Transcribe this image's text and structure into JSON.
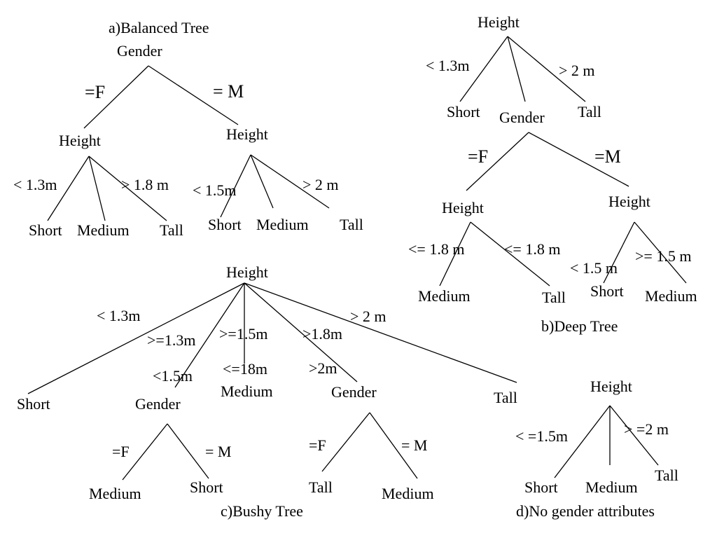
{
  "balanced": {
    "caption": "a)Balanced Tree",
    "root": "Gender",
    "edge_f": "=F",
    "edge_m": "= M",
    "left": {
      "node": "Height",
      "edge_lt": "< 1.3m",
      "edge_gt": "> 1.8 m",
      "leaves": [
        "Short",
        "Medium",
        "Tall"
      ]
    },
    "right": {
      "node": "Height",
      "edge_lt": "< 1.5m",
      "edge_gt": "> 2 m",
      "leaves": [
        "Short",
        "Medium",
        "Tall"
      ]
    }
  },
  "deep": {
    "caption": "b)Deep Tree",
    "root": "Height",
    "edge_lt": "< 1.3m",
    "edge_gt": "> 2 m",
    "leaf_short": "Short",
    "leaf_tall": "Tall",
    "mid": "Gender",
    "edge_f": "=F",
    "edge_m": "=M",
    "left": {
      "node": "Height",
      "edge_a": "<= 1.8 m",
      "edge_b": "<= 1.8 m",
      "leaves": [
        "Medium",
        "Tall"
      ]
    },
    "right": {
      "node": "Height",
      "edge_a": "< 1.5 m",
      "edge_b": ">= 1.5 m",
      "leaves": [
        "Short",
        "Medium"
      ]
    }
  },
  "bushy": {
    "caption": "c)Bushy Tree",
    "root": "Height",
    "edges": [
      "< 1.3m",
      ">=1.3m",
      "<1.5m",
      ">=1.5m",
      "<=18m",
      ">1.8m",
      ">2m",
      "> 2 m"
    ],
    "leaf_short": "Short",
    "gender1": "Gender",
    "leaf_medium": "Medium",
    "gender2": "Gender",
    "leaf_tall": "Tall",
    "g1": {
      "edge_f": "=F",
      "edge_m": "= M",
      "leaves": [
        "Medium",
        "Short"
      ]
    },
    "g2": {
      "edge_f": "=F",
      "edge_m": "= M",
      "leaves": [
        "Tall",
        "Medium"
      ]
    }
  },
  "nogender": {
    "caption": "d)No gender attributes",
    "root": "Height",
    "edge_lt": "< =1.5m",
    "edge_gt": "> =2 m",
    "leaves": [
      "Short",
      "Medium",
      "Tall"
    ]
  }
}
